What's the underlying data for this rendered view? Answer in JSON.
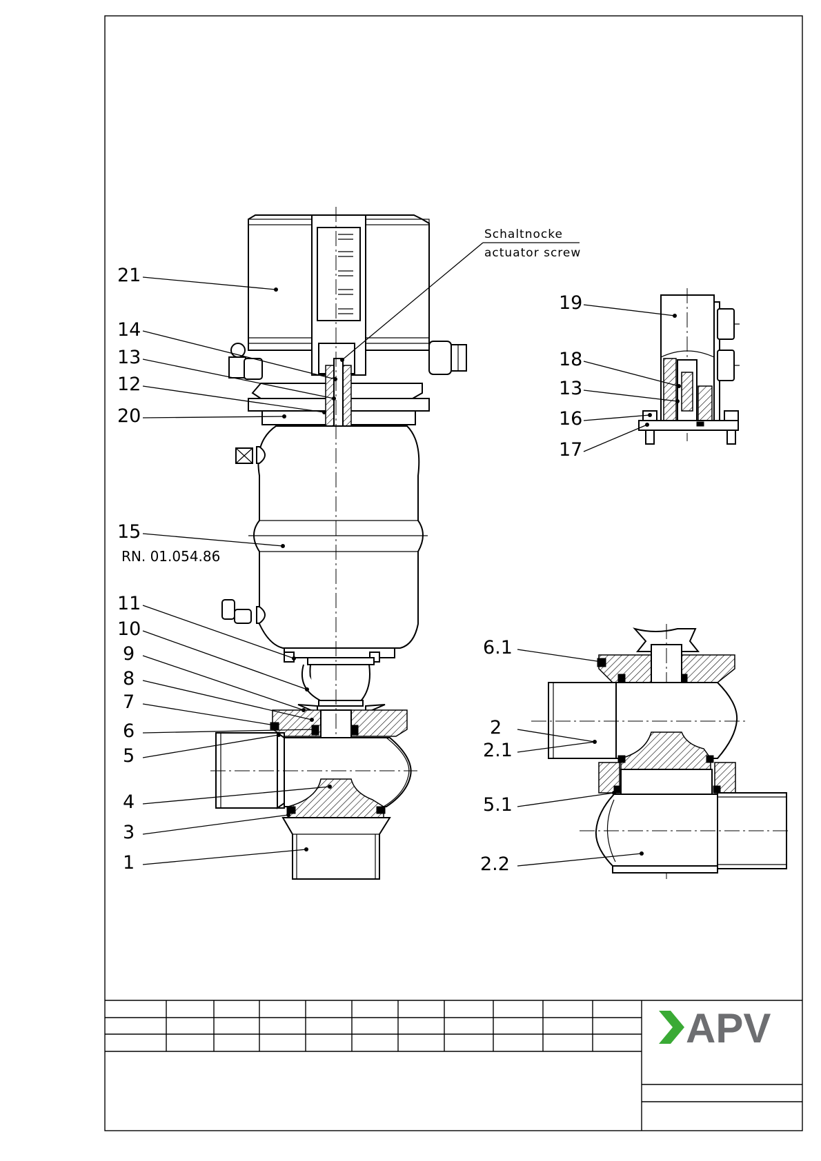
{
  "callouts_left": [
    "21",
    "14",
    "13",
    "12",
    "20",
    "15",
    "11",
    "10",
    "9",
    "8",
    "7",
    "6",
    "5",
    "4",
    "3",
    "1"
  ],
  "part_number": "RN. 01.054.86",
  "note_de": "Schaltnocke",
  "note_en": "actuator screw",
  "callouts_detail": [
    "19",
    "18",
    "13",
    "16",
    "17"
  ],
  "callouts_section": [
    "6.1",
    "2",
    "2.1",
    "5.1",
    "2.2"
  ],
  "brand": "APV",
  "colors": {
    "brand_arrow": "#3aaa35",
    "brand_text": "#6d6e71",
    "line": "#000000"
  }
}
